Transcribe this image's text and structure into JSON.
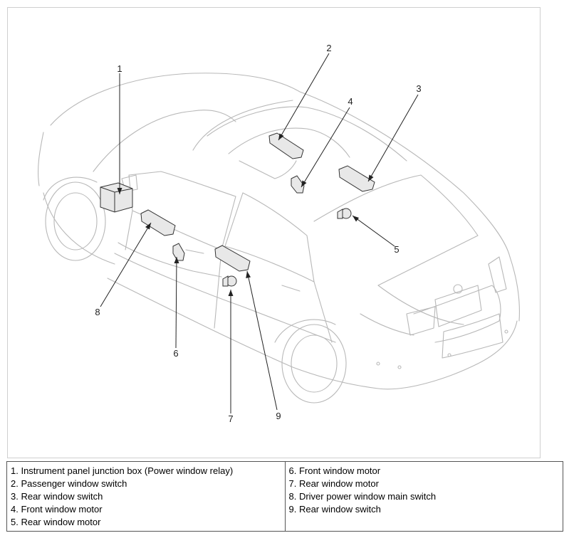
{
  "callouts": [
    "1",
    "2",
    "3",
    "4",
    "5",
    "6",
    "7",
    "8",
    "9"
  ],
  "legend": {
    "left": [
      "1. Instrument panel junction box (Power window relay)",
      "2. Passenger window switch",
      "3. Rear window switch",
      "4. Front window motor",
      "5. Rear window motor"
    ],
    "right": [
      "6. Front window motor",
      "7. Rear window motor",
      "8. Driver power window main switch",
      "9. Rear window switch"
    ]
  }
}
